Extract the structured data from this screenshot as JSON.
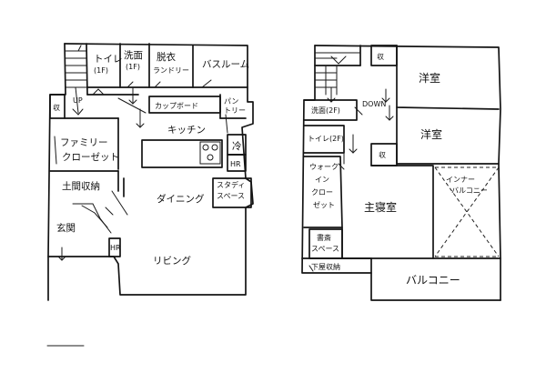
{
  "first_floor": {
    "toilet": [
      "トイレ",
      "(1F)"
    ],
    "washroom": [
      "洗面",
      "(1F)"
    ],
    "laundry": [
      "脱衣",
      "ランドリー"
    ],
    "bathroom": "バスルーム",
    "storage_up": "収",
    "up": "UP",
    "cupboard": "カップボード",
    "pantry": [
      "パン",
      "トリー"
    ],
    "kitchen": "キッチン",
    "fridge": "冷",
    "hr_kitchen": "HR",
    "family_closet": [
      "ファミリー",
      "クローゼット"
    ],
    "shoe_storage": "土間収納",
    "study_space": [
      "スタディ",
      "スペース"
    ],
    "dining": "ダイニング",
    "entrance": "玄関",
    "hr_entrance": "HR",
    "living": "リビング"
  },
  "second_floor": {
    "storage_stair": "収",
    "western_room_1": "洋室",
    "washroom": "洗面(2F)",
    "down": "DOWN",
    "western_room_2": "洋室",
    "toilet": "トイレ(2F)",
    "storage_mid": "収",
    "walk_in_closet": [
      "ウォーク",
      "イン",
      "クロー",
      "ゼット"
    ],
    "inner_balcony": [
      "インナー",
      "バルコニー"
    ],
    "master_bedroom": "主寝室",
    "study_corner": [
      "書斎",
      "スペース"
    ],
    "under_floor_storage": "下屋収納",
    "balcony": "バルコニー"
  }
}
